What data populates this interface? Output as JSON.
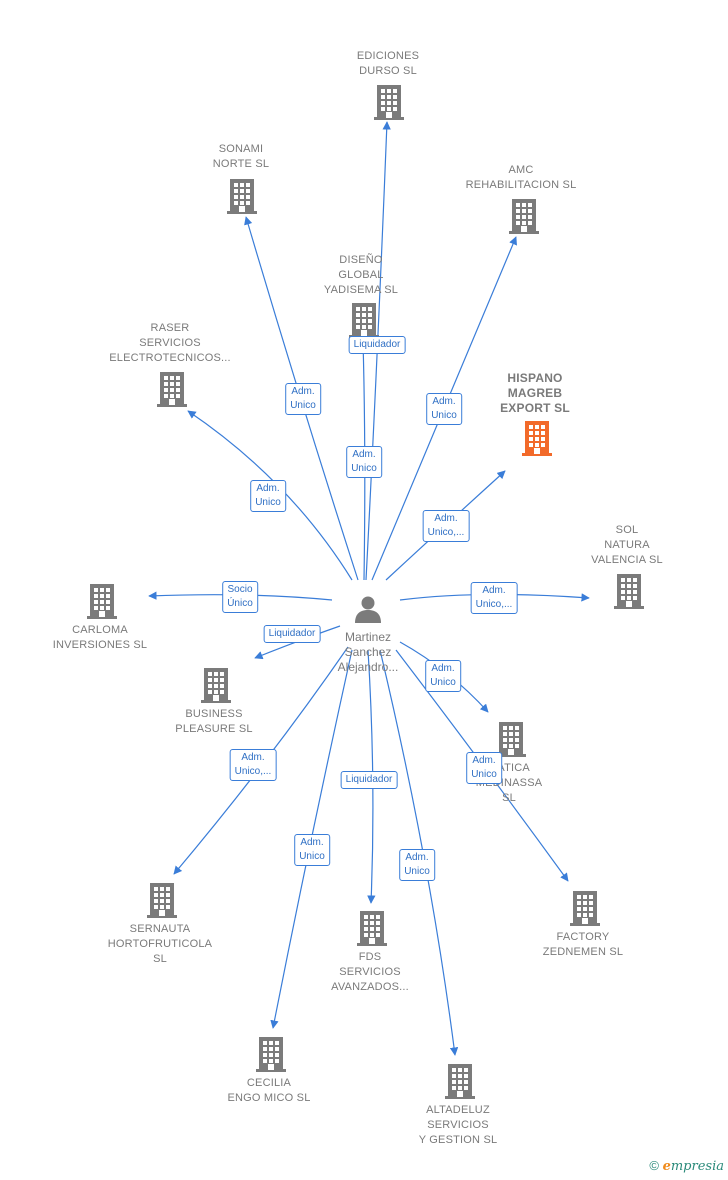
{
  "center": {
    "label": "Martinez\nSanchez\nAlejandro..."
  },
  "colors": {
    "edge": "#3a7dd8",
    "building": "#7b7b7b",
    "highlight": "#f26a2a"
  },
  "nodes": [
    {
      "id": "ediciones",
      "label": "EDICIONES\nDURSO SL"
    },
    {
      "id": "sonami",
      "label": "SONAMI\nNORTE  SL"
    },
    {
      "id": "amc",
      "label": "AMC\nREHABILITACION SL"
    },
    {
      "id": "diseno",
      "label": "DISEÑO\nGLOBAL\nYADISEMA  SL"
    },
    {
      "id": "raser",
      "label": "RASER\nSERVICIOS\nELECTROTECNICOS..."
    },
    {
      "id": "hispano",
      "label": "HISPANO\nMAGREB\nEXPORT  SL",
      "highlight": true
    },
    {
      "id": "sol",
      "label": "SOL\nNATURA\nVALENCIA  SL"
    },
    {
      "id": "carloma",
      "label": "CARLOMA\nINVERSIONES SL"
    },
    {
      "id": "business",
      "label": "BUSINESS\nPLEASURE SL"
    },
    {
      "id": "matica",
      "label": "MATICA\nMEDINASSA\nSL"
    },
    {
      "id": "factory",
      "label": "FACTORY\nZEDNEMEN  SL"
    },
    {
      "id": "sernauta",
      "label": "SERNAUTA\nHORTOFRUTICOLA\nSL"
    },
    {
      "id": "fds",
      "label": "FDS\nSERVICIOS\nAVANZADOS..."
    },
    {
      "id": "cecilia",
      "label": "CECILIA\nENGO MICO SL"
    },
    {
      "id": "altadeluz",
      "label": "ALTADELUZ\nSERVICIOS\nY GESTION  SL"
    }
  ],
  "edges": [
    {
      "to": "ediciones",
      "label": "Liquidador"
    },
    {
      "to": "sonami",
      "label": "Adm.\nUnico"
    },
    {
      "to": "diseno",
      "label": "Adm.\nUnico"
    },
    {
      "to": "amc",
      "label": "Adm.\nUnico"
    },
    {
      "to": "raser",
      "label": "Adm.\nUnico"
    },
    {
      "to": "hispano",
      "label": "Adm.\nUnico,..."
    },
    {
      "to": "sol",
      "label": "Adm.\nUnico,..."
    },
    {
      "to": "carloma",
      "label": "Socio\nÚnico"
    },
    {
      "to": "business",
      "label": "Liquidador"
    },
    {
      "to": "matica",
      "label": "Adm.\nUnico"
    },
    {
      "to": "factory",
      "label": "Adm.\nUnico"
    },
    {
      "to": "sernauta",
      "label": "Adm.\nUnico,..."
    },
    {
      "to": "fds",
      "label": "Liquidador"
    },
    {
      "to": "cecilia",
      "label": "Adm.\nUnico"
    },
    {
      "to": "altadeluz",
      "label": "Adm.\nUnico"
    }
  ],
  "footer": {
    "copyright": "©",
    "brand_initial": "e",
    "brand_rest": "mpresia"
  }
}
